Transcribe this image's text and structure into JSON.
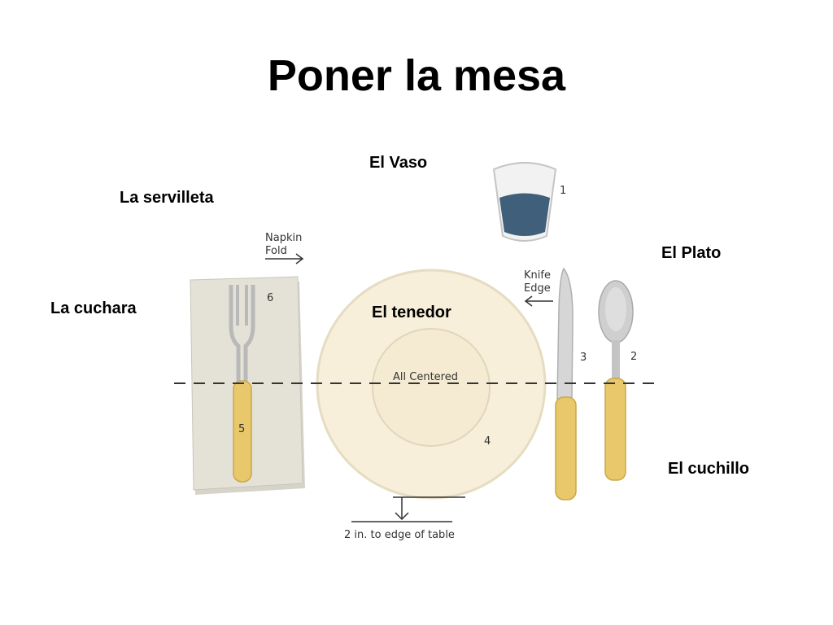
{
  "slide": {
    "title": "Poner la mesa"
  },
  "labels": {
    "vaso": "El Vaso",
    "servilleta": "La servilleta",
    "plato": "El Plato",
    "cuchara": "La cuchara",
    "tenedor": "El tenedor",
    "cuchillo": "El cuchillo"
  },
  "diagram": {
    "napkin_fold_line1": "Napkin",
    "napkin_fold_line2": "Fold",
    "knife_edge_line1": "Knife",
    "knife_edge_line2": "Edge",
    "all_centered": "All Centered",
    "edge_note": "2 in. to edge of table",
    "num_glass": "1",
    "num_spoon": "2",
    "num_knife": "3",
    "num_plate": "4",
    "num_fork": "5",
    "num_napkin": "6"
  },
  "colors": {
    "plate": "#f7efd9",
    "napkin": "#e4e2d6",
    "handle": "#e8c86a",
    "water": "#3f5f7a",
    "metal": "#c9c9c9"
  }
}
